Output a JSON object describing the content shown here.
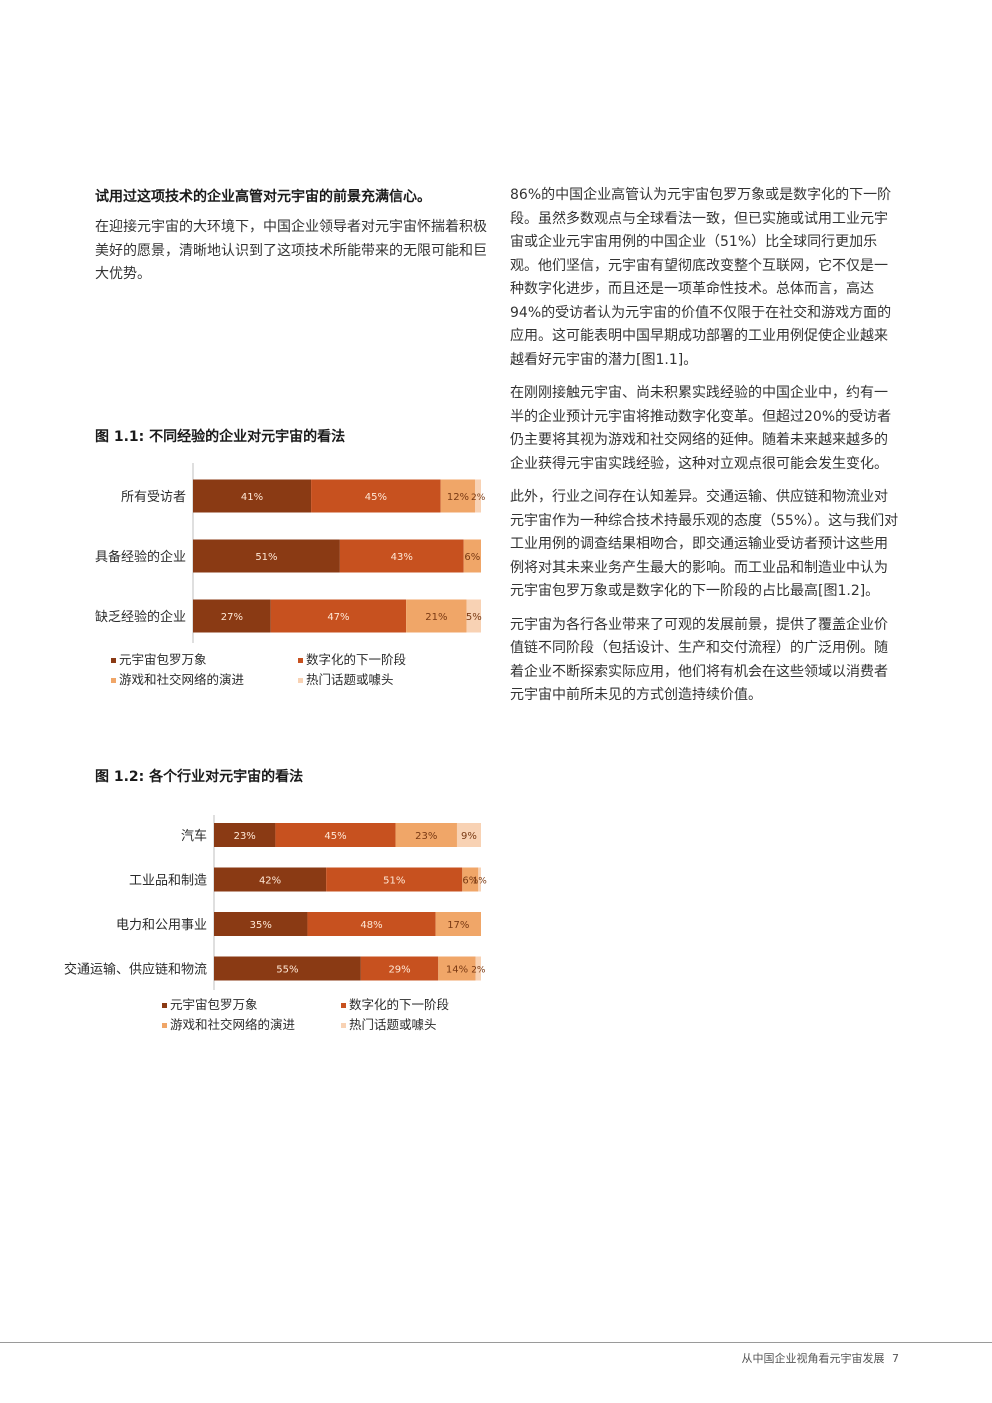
{
  "lead_heading": "试用过这项技术的企业高管对元宇宙的前景充满信心。",
  "intro_paragraph": "在迎接元宇宙的大环境下，中国企业领导者对元宇宙怀揣着积极美好的愿景，清晰地认识到了这项技术所能带来的无限可能和巨大优势。",
  "right_paragraphs": [
    "86%的中国企业高管认为元宇宙包罗万象或是数字化的下一阶段。虽然多数观点与全球看法一致，但已实施或试用工业元宇宙或企业元宇宙用例的中国企业（51%）比全球同行更加乐观。他们坚信，元宇宙有望彻底改变整个互联网，它不仅是一种数字化进步，而且还是一项革命性技术。总体而言，高达94%的受访者认为元宇宙的价值不仅限于在社交和游戏方面的应用。这可能表明中国早期成功部署的工业用例促使企业越来越看好元宇宙的潜力[图1.1]。",
    "在刚刚接触元宇宙、尚未积累实践经验的中国企业中，约有一半的企业预计元宇宙将推动数字化变革。但超过20%的受访者仍主要将其视为游戏和社交网络的延伸。随着未来越来越多的企业获得元宇宙实践经验，这种对立观点很可能会发生变化。",
    "此外，行业之间存在认知差异。交通运输、供应链和物流业对元宇宙作为一种综合技术持最乐观的态度（55%）。这与我们对工业用例的调查结果相吻合，即交通运输业受访者预计这些用例将对其未来业务产生最大的影响。而工业品和制造业中认为元宇宙包罗万象或是数字化的下一阶段的占比最高[图1.2]。",
    "元宇宙为各行各业带来了可观的发展前景，提供了覆盖企业价值链不同阶段（包括设计、生产和交付流程）的广泛用例。随着企业不断探索实际应用，他们将有机会在这些领域以消费者元宇宙中前所未见的方式创造持续价值。"
  ],
  "colors": {
    "c1": "#8a3a14",
    "c2": "#c7511f",
    "c3": "#f0a668",
    "c4": "#f8d2b4",
    "label_light": "#ffe8d6",
    "label_dark": "#7a3a14"
  },
  "chart_data": [
    {
      "type": "bar",
      "orientation": "horizontal-stacked",
      "title": "图 1.1:  不同经验的企业对元宇宙的看法",
      "categories": [
        "所有受访者",
        "具备经验的企业",
        "缺乏经验的企业"
      ],
      "series": [
        {
          "name": "元宇宙包罗万象",
          "values": [
            41,
            51,
            27
          ],
          "labels": [
            "41%",
            "51%",
            "27%"
          ]
        },
        {
          "name": "数字化的下一阶段",
          "values": [
            45,
            43,
            47
          ],
          "labels": [
            "45%",
            "43%",
            "47%"
          ]
        },
        {
          "name": "游戏和社交网络的演进",
          "values": [
            12,
            6,
            21
          ],
          "labels": [
            "12%",
            "6%",
            "21%"
          ]
        },
        {
          "name": "热门话题或噱头",
          "values": [
            2,
            0,
            5
          ],
          "labels": [
            "2%",
            "",
            "5%"
          ]
        }
      ],
      "xlim": [
        0,
        100
      ],
      "legend": "bottom"
    },
    {
      "type": "bar",
      "orientation": "horizontal-stacked",
      "title": "图 1.2:  各个行业对元宇宙的看法",
      "categories": [
        "汽车",
        "工业品和制造",
        "电力和公用事业",
        "交通运输、供应链和物流"
      ],
      "series": [
        {
          "name": "元宇宙包罗万象",
          "values": [
            23,
            42,
            35,
            55
          ],
          "labels": [
            "23%",
            "42%",
            "35%",
            "55%"
          ]
        },
        {
          "name": "数字化的下一阶段",
          "values": [
            45,
            51,
            48,
            29
          ],
          "labels": [
            "45%",
            "51%",
            "48%",
            "29%"
          ]
        },
        {
          "name": "游戏和社交网络的演进",
          "values": [
            23,
            6,
            17,
            14
          ],
          "labels": [
            "23%",
            "6%",
            "17%",
            "14%"
          ]
        },
        {
          "name": "热门话题或噱头",
          "values": [
            9,
            1,
            0,
            2
          ],
          "labels": [
            "9%",
            "1%",
            "",
            "2%"
          ]
        }
      ],
      "xlim": [
        0,
        100
      ],
      "legend": "bottom"
    }
  ],
  "footer": {
    "text": "从中国企业视角看元宇宙发展",
    "page_number": "7"
  }
}
